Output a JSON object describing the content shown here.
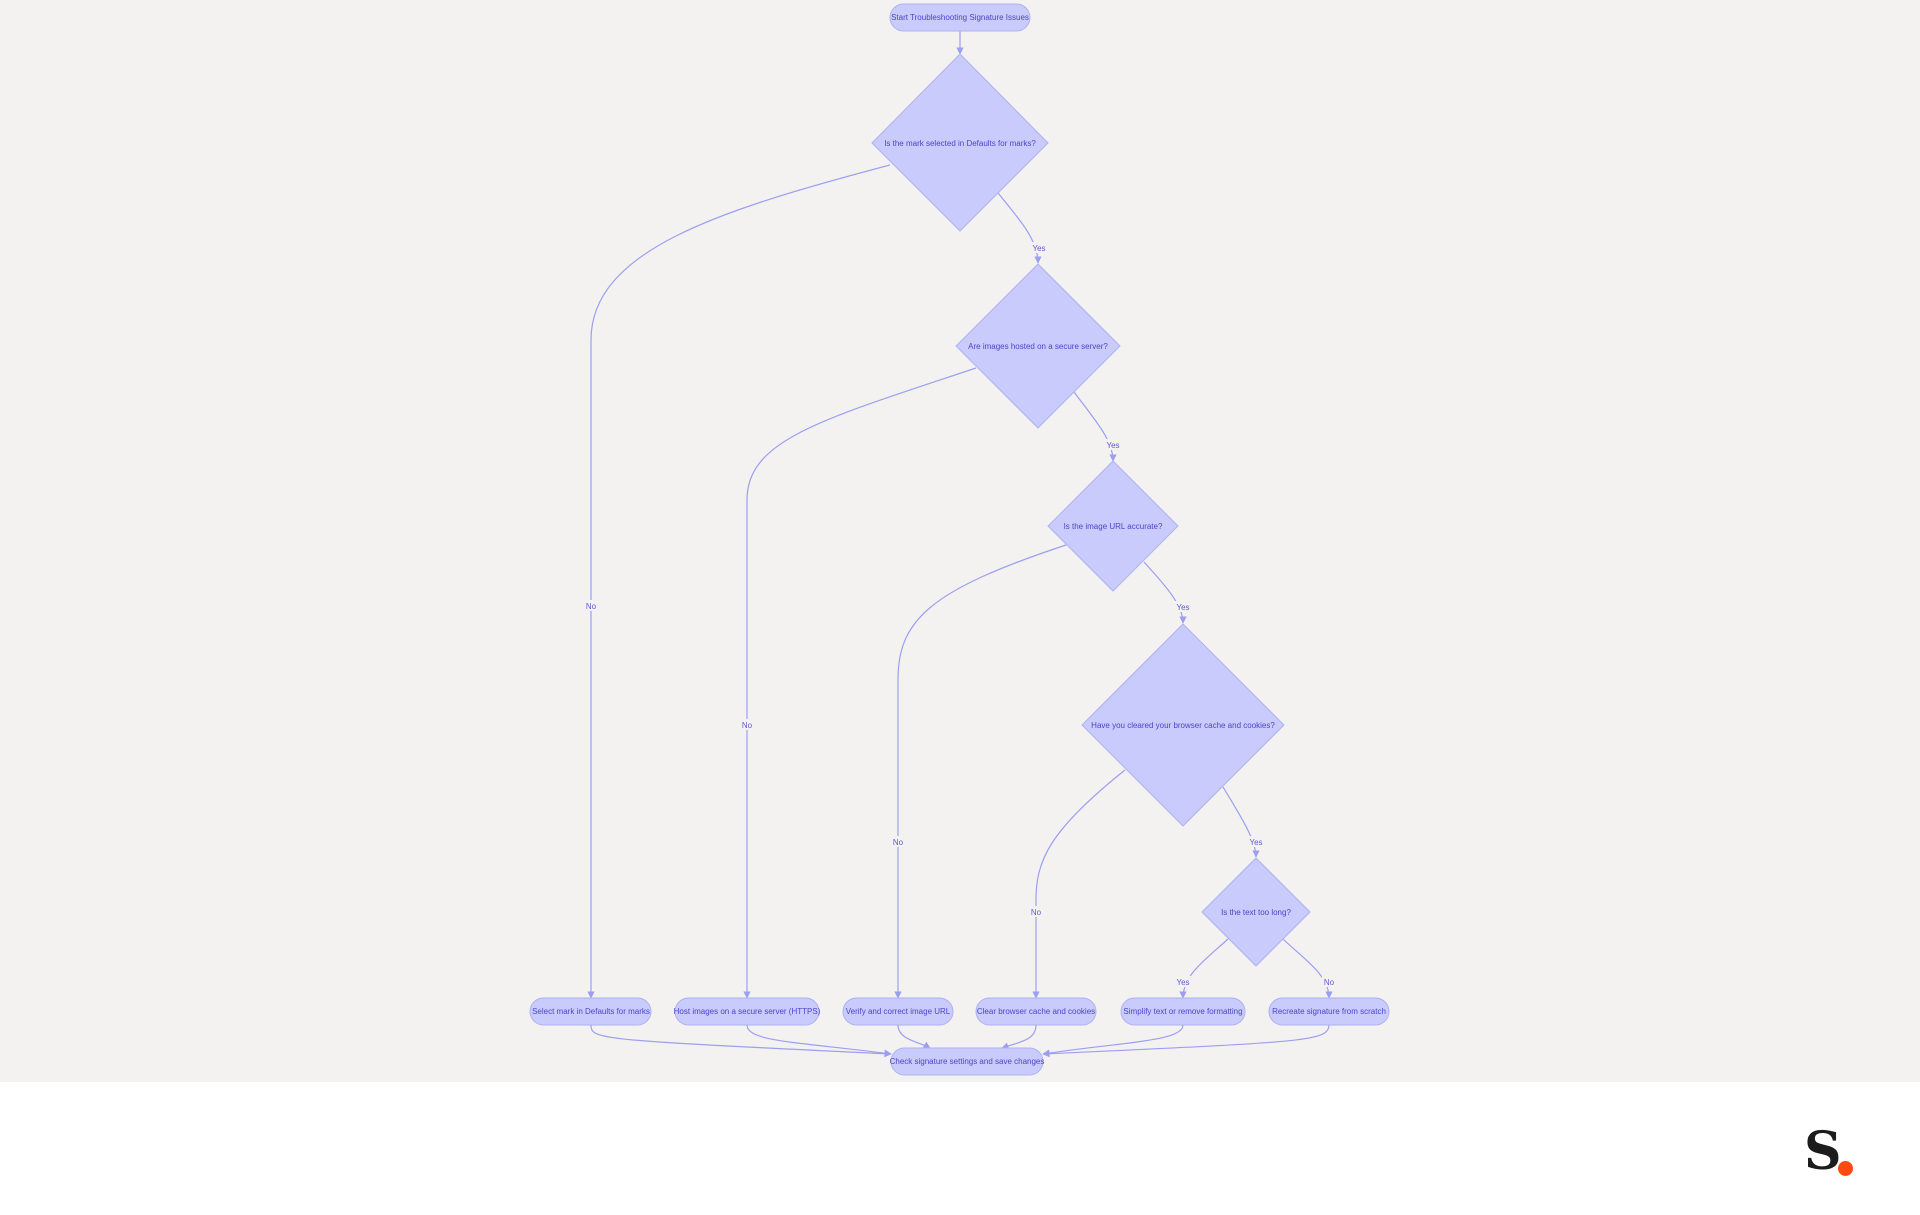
{
  "nodes": {
    "start": "Start Troubleshooting Signature Issues",
    "q_mark": "Is the mark selected in Defaults for marks?",
    "q_secure": "Are images hosted on a secure server?",
    "q_url": "Is the image URL accurate?",
    "q_cache": "Have you cleared your browser cache and cookies?",
    "q_text": "Is the text too long?",
    "a_select_mark": "Select mark in Defaults for marks",
    "a_host": "Host images on a secure server (HTTPS)",
    "a_verify": "Verify and correct image URL",
    "a_clear": "Clear browser cache and cookies",
    "a_simplify": "Simplify text or remove formatting",
    "a_recreate": "Recreate signature from scratch",
    "end": "Check signature settings and save changes"
  },
  "edges": {
    "yes": "Yes",
    "no": "No"
  },
  "colors": {
    "node_fill": "#c8cbfb",
    "node_text": "#4c45c8",
    "edge": "#9c9ff0",
    "background": "#f3f2f1",
    "logo_dot": "#ff4a12"
  },
  "logo": {
    "letter": "S"
  }
}
